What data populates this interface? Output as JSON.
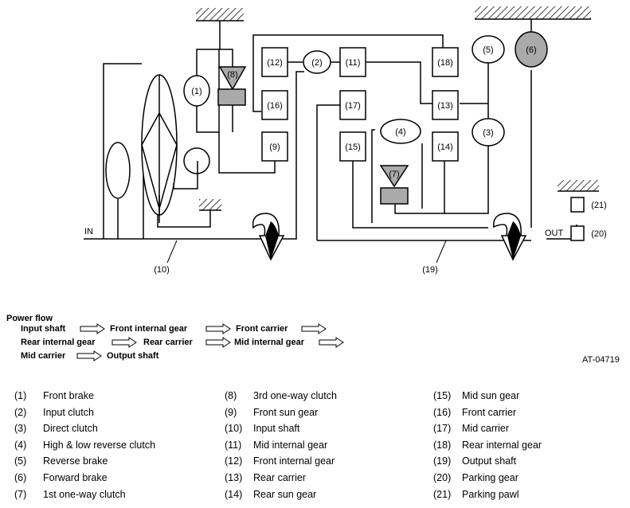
{
  "diagram": {
    "components": {
      "c1": "(1)",
      "c2": "(2)",
      "c3": "(3)",
      "c4": "(4)",
      "c5": "(5)",
      "c6": "(6)",
      "c7": "(7)",
      "c8": "(8)",
      "c9": "(9)",
      "c10": "(10)",
      "c11": "(11)",
      "c12": "(12)",
      "c13": "(13)",
      "c14": "(14)",
      "c15": "(15)",
      "c16": "(16)",
      "c17": "(17)",
      "c18": "(18)",
      "c19": "(19)",
      "c20": "(20)",
      "c21": "(21)"
    },
    "in_label": "IN",
    "out_label": "OUT"
  },
  "power_flow": {
    "title": "Power flow",
    "steps": [
      "Input shaft",
      "Front internal gear",
      "Front carrier",
      "Rear internal gear",
      "Rear carrier",
      "Mid internal gear",
      "Mid carrier",
      "Output shaft"
    ]
  },
  "figure_code": "AT-04719",
  "legend": [
    {
      "num": "(1)",
      "name": "Front brake"
    },
    {
      "num": "(2)",
      "name": "Input clutch"
    },
    {
      "num": "(3)",
      "name": "Direct clutch"
    },
    {
      "num": "(4)",
      "name": "High & low reverse clutch"
    },
    {
      "num": "(5)",
      "name": "Reverse brake"
    },
    {
      "num": "(6)",
      "name": "Forward brake"
    },
    {
      "num": "(7)",
      "name": "1st one-way clutch"
    },
    {
      "num": "(8)",
      "name": "3rd one-way clutch"
    },
    {
      "num": "(9)",
      "name": "Front sun gear"
    },
    {
      "num": "(10)",
      "name": "Input shaft"
    },
    {
      "num": "(11)",
      "name": "Mid internal gear"
    },
    {
      "num": "(12)",
      "name": "Front internal gear"
    },
    {
      "num": "(13)",
      "name": "Rear carrier"
    },
    {
      "num": "(14)",
      "name": "Rear sun gear"
    },
    {
      "num": "(15)",
      "name": "Mid sun gear"
    },
    {
      "num": "(16)",
      "name": "Front carrier"
    },
    {
      "num": "(17)",
      "name": "Mid carrier"
    },
    {
      "num": "(18)",
      "name": "Rear internal gear"
    },
    {
      "num": "(19)",
      "name": "Output shaft"
    },
    {
      "num": "(20)",
      "name": "Parking gear"
    },
    {
      "num": "(21)",
      "name": "Parking pawl"
    }
  ],
  "colors": {
    "line": "#000000",
    "shaded": "#aaaaaa",
    "background": "#ffffff"
  }
}
